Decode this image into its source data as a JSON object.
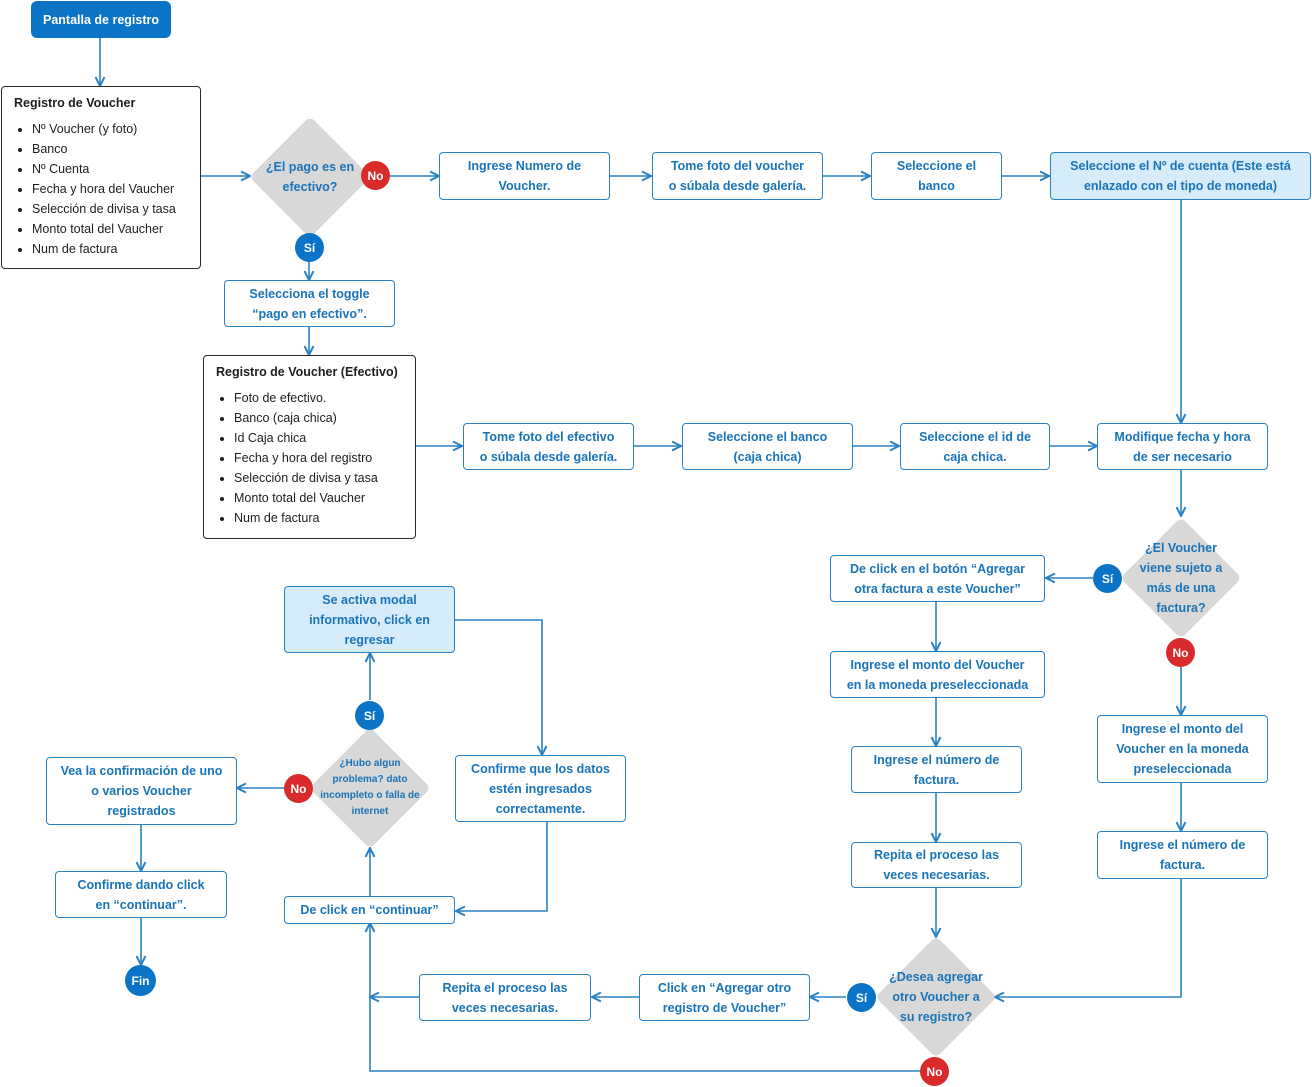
{
  "start": {
    "label": "Pantalla de registro"
  },
  "end": {
    "label": "Fin"
  },
  "labels": {
    "yes": "Sí",
    "no": "No"
  },
  "colors": {
    "accent": "#0b74c6",
    "no_badge": "#d92b2b",
    "decision_fill": "#d8d8d8",
    "highlight": "#d6ecfb",
    "connector": "#2a82c4"
  },
  "info_voucher": {
    "title": "Registro de Voucher",
    "items": [
      "Nº Voucher (y foto)",
      "Banco",
      "Nº Cuenta",
      "Fecha y hora del Vaucher",
      "Selección de divisa y tasa",
      "Monto total del Vaucher",
      "Num de factura"
    ]
  },
  "info_efectivo": {
    "title": "Registro de Voucher (Efectivo)",
    "items": [
      "Foto de efectivo.",
      "Banco (caja chica)",
      "Id Caja chica",
      "Fecha y hora del registro",
      "Selección de divisa y tasa",
      "Monto total del Vaucher",
      "Num de factura"
    ]
  },
  "decisions": {
    "efectivo": "¿El pago es en\nefectivo?",
    "multi_factura": "¿El Voucher\nviene sujeto a\nmás de una\nfactura?",
    "otro_voucher": "¿Desea agregar\notro Voucher a\nsu registro?",
    "problema": "¿Hubo algun\nproblema? dato\nincompleto o falla de\ninternet"
  },
  "steps": {
    "ingrese_numero": "Ingrese Numero de\nVoucher.",
    "foto_voucher": "Tome foto del voucher\no súbala desde galería.",
    "banco": "Seleccione el\nbanco",
    "cuenta": "Seleccione el Nº de cuenta (Este está\nenlazado con el tipo de moneda)",
    "toggle": "Selecciona el toggle\n“pago en efectivo”.",
    "foto_efectivo": "Tome foto del efectivo\no súbala desde galería.",
    "banco_caja": "Seleccione el banco\n(caja chica)",
    "id_caja": "Seleccione el id de\ncaja chica.",
    "modifique_fecha": "Modifique fecha y hora\nde ser necesario",
    "agregar_factura": "De click en el botón “Agregar\notra factura a este Voucher”",
    "monto_a": "Ingrese el monto del Voucher\nen la moneda preseleccionada",
    "numero_factura_a": "Ingrese el número de\nfactura.",
    "repita_a": "Repita el proceso las\nveces necesarias.",
    "monto_b": "Ingrese el monto del\nVoucher en la moneda\npreseleccionada",
    "numero_factura_b": "Ingrese el número de\nfactura.",
    "click_agregar_otro": "Click en “Agregar otro\nregistro de Voucher”",
    "repita_b": "Repita el proceso las\nveces necesarias.",
    "continuar": "De click en “continuar”",
    "confirme_datos": "Confirme que los datos\nestén ingresados\ncorrectamente.",
    "modal": "Se activa modal\ninformativo, click en\nregresar",
    "confirmacion": "Vea la confirmación de uno\no varios Voucher\nregistrados",
    "confirme_click": "Confirme dando click\nen “continuar”."
  }
}
